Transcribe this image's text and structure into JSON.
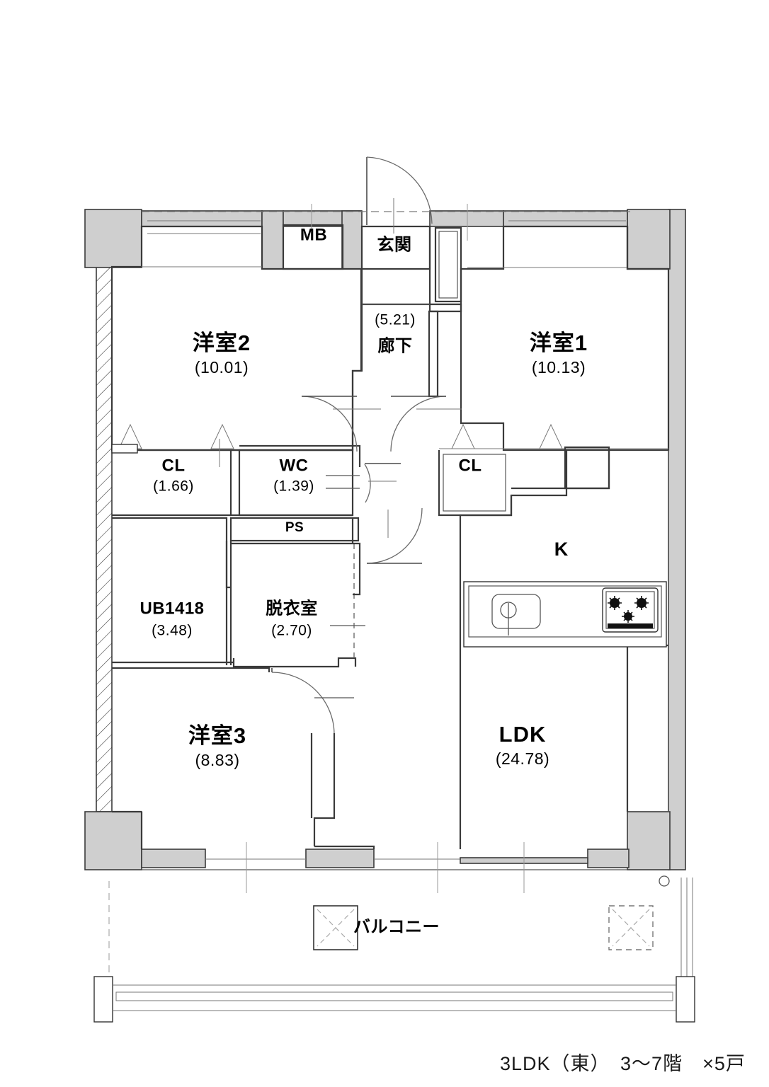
{
  "document": {
    "kind": "residential-floor-plan",
    "caption": "3LDK（東）　3〜7階　×5戸"
  },
  "rooms": [
    {
      "id": "yoshitsu2",
      "name": "洋室2",
      "area": "(10.01)"
    },
    {
      "id": "yoshitsu1",
      "name": "洋室1",
      "area": "(10.13)"
    },
    {
      "id": "yoshitsu3",
      "name": "洋室3",
      "area": "(8.83)"
    },
    {
      "id": "ldk",
      "name": "LDK",
      "area": "(24.78)"
    },
    {
      "id": "kitchen",
      "name": "K",
      "area": ""
    },
    {
      "id": "genkan",
      "name": "玄関",
      "area": ""
    },
    {
      "id": "rouka",
      "name": "廊下",
      "area": "(5.21)"
    },
    {
      "id": "cl_left",
      "name": "CL",
      "area": "(1.66)"
    },
    {
      "id": "cl_right",
      "name": "CL",
      "area": ""
    },
    {
      "id": "wc",
      "name": "WC",
      "area": "(1.39)"
    },
    {
      "id": "ub",
      "name": "UB1418",
      "area": "(3.48)"
    },
    {
      "id": "datsuishitsu",
      "name": "脱衣室",
      "area": "(2.70)"
    },
    {
      "id": "mb",
      "name": "MB",
      "area": ""
    },
    {
      "id": "ps",
      "name": "PS",
      "area": ""
    },
    {
      "id": "balcony",
      "name": "バルコニー",
      "area": ""
    }
  ],
  "labels": {
    "yoshitsu2_name": "洋室2",
    "yoshitsu2_area": "(10.01)",
    "yoshitsu1_name": "洋室1",
    "yoshitsu1_area": "(10.13)",
    "yoshitsu3_name": "洋室3",
    "yoshitsu3_area": "(8.83)",
    "ldk_name": "LDK",
    "ldk_area": "(24.78)",
    "kitchen_name": "K",
    "genkan_name": "玄関",
    "rouka_name": "廊下",
    "rouka_area": "(5.21)",
    "cl_left_name": "CL",
    "cl_left_area": "(1.66)",
    "cl_right_name": "CL",
    "wc_name": "WC",
    "wc_area": "(1.39)",
    "ub_name": "UB1418",
    "ub_area": "(3.48)",
    "datsui_name": "脱衣室",
    "datsui_area": "(2.70)",
    "mb_name": "MB",
    "ps_name": "PS",
    "balcony_name": "バルコニー"
  },
  "fixtures": [
    {
      "id": "sink",
      "name": "kitchen-sink"
    },
    {
      "id": "stove",
      "name": "gas-stove-3-burner"
    },
    {
      "id": "ac-outdoor-solid",
      "name": "ac-unit-solid"
    },
    {
      "id": "ac-outdoor-dashed",
      "name": "ac-unit-dashed"
    },
    {
      "id": "balcony-railing",
      "name": "balcony-railing"
    },
    {
      "id": "drain",
      "name": "balcony-drain"
    }
  ],
  "colors": {
    "wall_fill": "#cfcfcf",
    "wall_stroke": "#3a3a3a",
    "line": "#555555",
    "text": "#000000",
    "background": "#ffffff"
  }
}
